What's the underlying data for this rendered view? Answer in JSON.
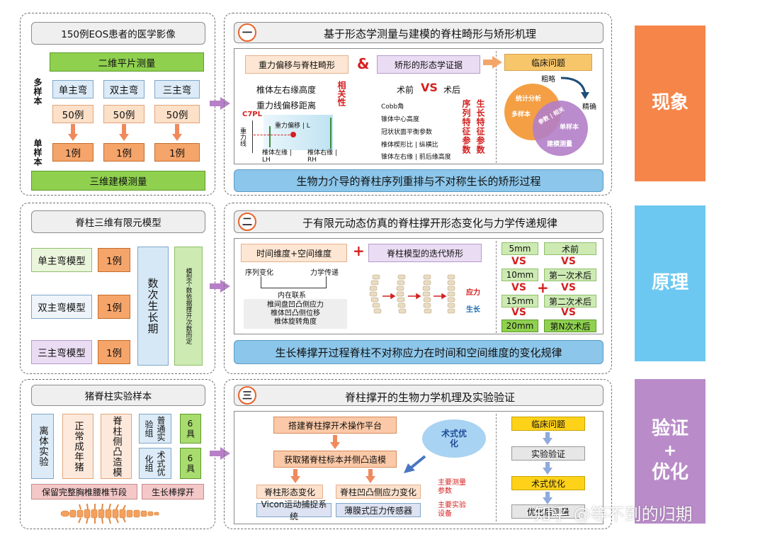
{
  "sides": {
    "phenomenon": "现象",
    "principle": "原理",
    "verify_a": "验证",
    "plus": "+",
    "verify_b": "优化"
  },
  "left1": {
    "title": "150例EOS患者的医学影像",
    "measure2d": "二维平片测量",
    "multi_label": "多样本",
    "single_label": "单样本",
    "curves": [
      "单主弯",
      "双主弯",
      "三主弯"
    ],
    "counts": [
      "50例",
      "50例",
      "50例"
    ],
    "singles": [
      "1例",
      "1例",
      "1例"
    ],
    "measure3d": "三维建模测量"
  },
  "left2": {
    "title": "脊柱三维有限元模型",
    "models": [
      "单主弯模型",
      "双主弯模型",
      "三主弯模型"
    ],
    "cases": [
      "1例",
      "1例",
      "1例"
    ],
    "growth": "数次生长期",
    "note": "模型个数依据撑开次数而定"
  },
  "left3": {
    "title": "猪脊柱实验样本",
    "col1": "离体实验",
    "col2": "正常成年猪",
    "col3": "脊柱侧凸造模",
    "group1": "普通实验组",
    "group2": "术式优化组",
    "n1": "6具",
    "n2": "6具",
    "bottom1": "保留完整胸椎腰椎节段",
    "bottom2": "生长棒撑开"
  },
  "p1": {
    "badge": "一",
    "title": "基于形态学测量与建模的脊柱畸形与矫形机理",
    "sub1": "重力偏移与脊柱畸形",
    "amp": "&",
    "sub2": "矫形的形态学证据",
    "clinical": "临床问题",
    "m1": "椎体左右缘高度",
    "m2": "重力线偏移距离",
    "corr": "相关性",
    "c7": "C7PL",
    "gline": "重力线",
    "goffset": "重力偏移 | L",
    "lh": "椎体左缘 | LH",
    "rh": "椎体右缘 | RH",
    "pre": "术前",
    "vs": "VS",
    "post": "术后",
    "params": [
      "Cobb角",
      "锥体中心高度",
      "冠状状面平衡参数",
      "椎体楔形比 | 纵横比",
      "锥体左右缘 | 前后缘高度"
    ],
    "seq": "序列特征参数",
    "grow": "生长特征参数",
    "rough": "粗略",
    "precise": "精确",
    "venn1": "统计分析",
    "venn2": "多样本",
    "venn3": "单样本",
    "venn4": "建模测量",
    "venn_mid": "参数 | 相关",
    "result": "生物力介导的脊柱序列重排与不对称生长的矫形过程"
  },
  "p2": {
    "badge": "二",
    "title": "于有限元动态仿真的脊柱撑开形态变化与力学传递规律",
    "dim": "时间维度+空间维度",
    "plus": "+",
    "iter": "脊柱模型的迭代矫形",
    "seqchange": "序列变化",
    "mech": "力学传递",
    "inner": "内在联系",
    "stress": [
      "椎间盘凹凸侧应力",
      "椎体凹凸侧位移",
      "椎体旋转角度"
    ],
    "stress_label": "应力",
    "growth_label": "生长",
    "table_left": [
      "5mm",
      "VS",
      "10mm",
      "VS",
      "15mm",
      "VS",
      "20mm"
    ],
    "table_right": [
      "术前",
      "VS",
      "第一次术后",
      "VS",
      "第二次术后",
      "VS",
      "第N次术后"
    ],
    "plus2": "+",
    "result": "生长棒撑开过程脊柱不对称应力在时间和空间维度的变化规律"
  },
  "p3": {
    "badge": "三",
    "title": "脊柱撑开的生物力学机理及实验验证",
    "platform": "搭建脊柱撑开术操作平台",
    "obtain": "获取猪脊柱标本并侧凸造模",
    "opt": "术式优化",
    "morph": "脊柱形态变化",
    "stress": "脊柱凹凸侧应力变化",
    "param": "主要测量参数",
    "vicon": "Vicon运动捕捉系统",
    "film": "薄膜式压力传感器",
    "equip": "主要实验设备",
    "flow": [
      "临床问题",
      "实验验证",
      "术式优化",
      "优化后测量"
    ]
  },
  "watermark": "知乎 @等不到的归期"
}
